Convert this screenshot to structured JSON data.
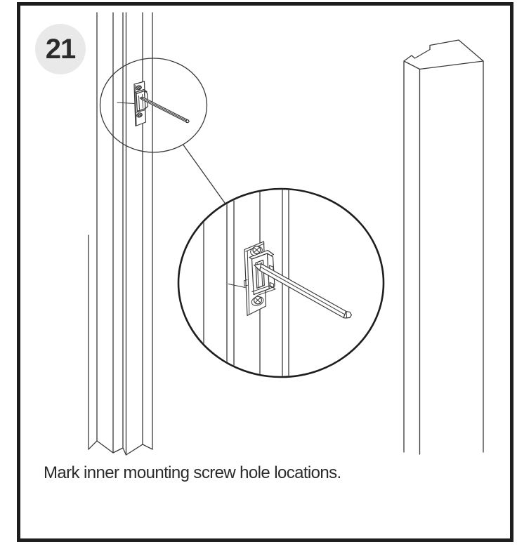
{
  "step_badge": {
    "number": "21"
  },
  "caption": {
    "text": "Mark inner mounting screw hole locations."
  },
  "colors": {
    "background": "#ffffff",
    "frame": "#1e1e1e",
    "line": "#3a3a3a",
    "badge_bg": "#e9e9e9",
    "badge_text": "#2b2b2b",
    "caption_text": "#2b2b2b"
  },
  "illustration": {
    "type": "technical-line-drawing",
    "parts": [
      "left-jamb-post",
      "latch-strike-bracket",
      "marking-pencil",
      "detail-callout-ellipse",
      "callout-connector-line",
      "magnified-detail-circle",
      "right-post-notched-top"
    ]
  }
}
